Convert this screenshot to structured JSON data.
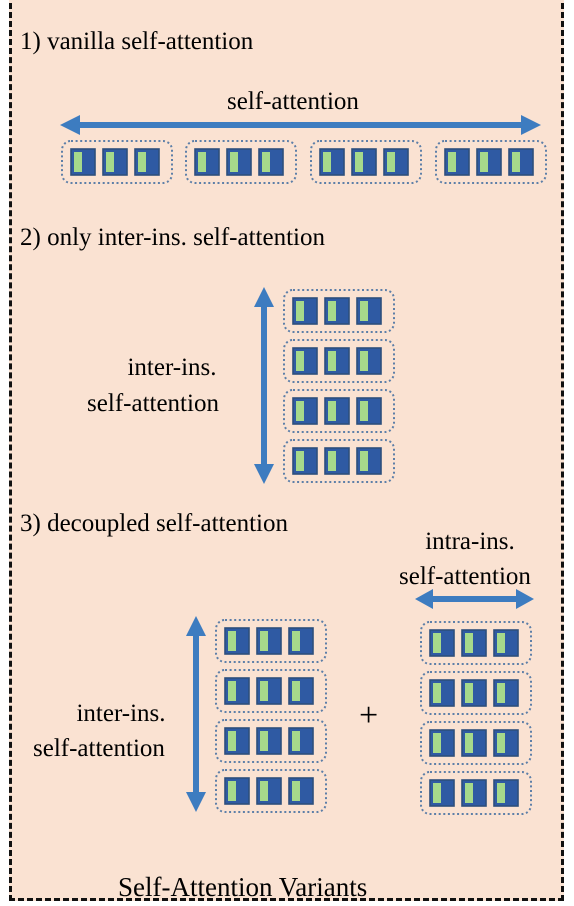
{
  "diagram": {
    "caption": "Self-Attention Variants",
    "plus": "+",
    "sections": [
      {
        "heading": "1) vanilla self-attention",
        "arrow_label": "self-attention"
      },
      {
        "heading": "2) only inter-ins. self-attention",
        "arrow_label_line1": "inter-ins.",
        "arrow_label_line2": "self-attention"
      },
      {
        "heading": "3) decoupled self-attention",
        "left_label_line1": "inter-ins.",
        "left_label_line2": "self-attention",
        "right_label_line1": "intra-ins.",
        "right_label_line2": "self-attention"
      }
    ]
  },
  "colors": {
    "background": "#fae2d2",
    "border": "#111111",
    "arrow": "#3d7cc0",
    "token_dark": "#2f5aa3",
    "token_light": "#a6d98b",
    "token_outline": "#2d4f7c",
    "group_outline": "#5d7fa8"
  }
}
